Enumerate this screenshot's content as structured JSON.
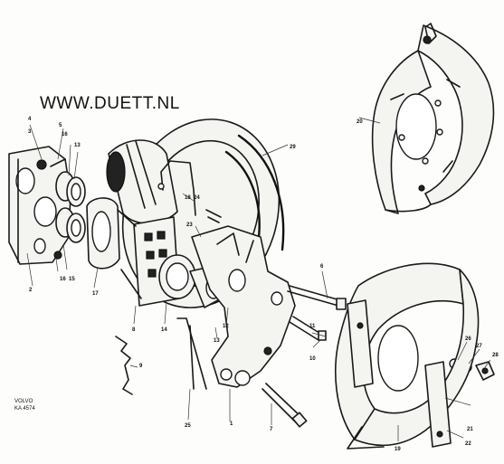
{
  "header": {
    "watermark": "WWW.DUETT.NL"
  },
  "footer": {
    "maker": "VOLVO",
    "code": "KA 4574"
  },
  "part_labels": {
    "p1": "1",
    "p2": "2",
    "p3": "3",
    "p4": "4",
    "p5": "5",
    "p6": "6",
    "p7": "7",
    "p8": "8",
    "p9": "9",
    "p10": "10",
    "p11": "11",
    "p12": "12",
    "p13": "13",
    "p14": "14",
    "p15": "15",
    "p16a": "16",
    "p16b": "16",
    "p17": "17",
    "p18": "18",
    "p19": "19",
    "p20": "20",
    "p21": "21",
    "p22": "22",
    "p23": "23",
    "p24": "24",
    "p25": "25",
    "p26": "26",
    "p27": "27",
    "p28": "28",
    "p29": "29"
  }
}
